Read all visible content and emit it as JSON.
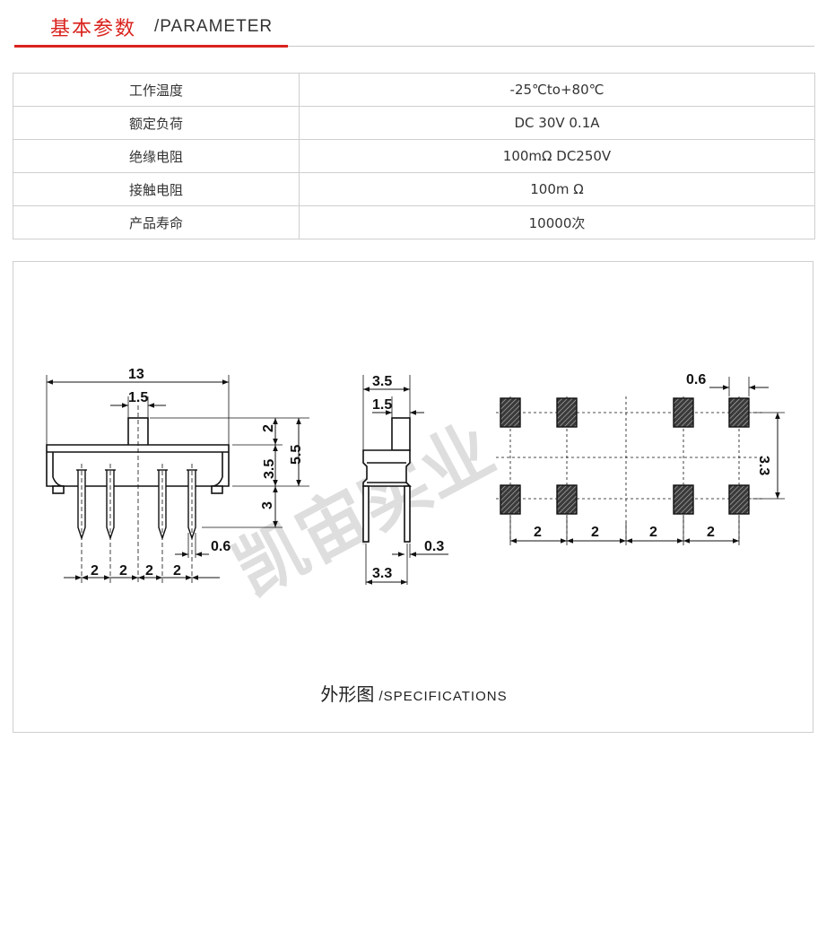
{
  "header": {
    "title_cn": "基本参数",
    "title_en": "/PARAMETER"
  },
  "params": [
    {
      "key": "工作温度",
      "value": "-25℃to+80℃"
    },
    {
      "key": "额定负荷",
      "value": "DC 30V 0.1A"
    },
    {
      "key": "绝缘电阻",
      "value": "100mΩ  DC250V"
    },
    {
      "key": "接触电阻",
      "value": "100m Ω"
    },
    {
      "key": "产品寿命",
      "value": "10000次"
    }
  ],
  "drawing": {
    "front_view": {
      "width": "13",
      "actuator": "1.5",
      "h_top": "2",
      "h_body": "3.5",
      "h_total": "5.5",
      "h_pin": "3",
      "pin_dia": "0.6",
      "pitch_labels": [
        "2",
        "2",
        "2",
        "2"
      ]
    },
    "side_view": {
      "width_top": "3.5",
      "actuator": "1.5",
      "pin": "0.3",
      "width_bottom": "3.3"
    },
    "pad_view": {
      "pad": "0.6",
      "row_spacing": "3.3",
      "pitch_labels": [
        "2",
        "2",
        "2",
        "2"
      ]
    },
    "watermark": "凯宙实业"
  },
  "caption": {
    "cn": "外形图",
    "en": "/SPECIFICATIONS"
  }
}
